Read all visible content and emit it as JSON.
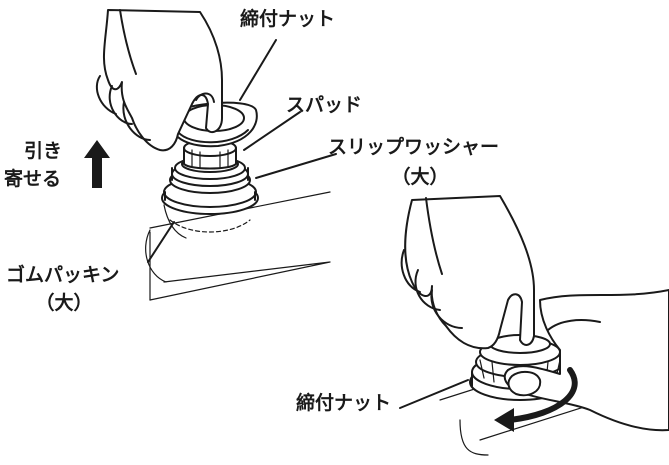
{
  "labels": {
    "nut_top": "締付ナット",
    "spud": "スパッド",
    "slip_washer_line1": "スリップワッシャー",
    "slip_washer_line2": "（大）",
    "pull_line1": "引き",
    "pull_line2": "寄せる",
    "rubber_packing_line1": "ゴムパッキン",
    "rubber_packing_line2": "（大）",
    "nut_bottom": "締付ナット"
  },
  "icons": {
    "pull_arrow": "arrow-up-icon",
    "rotate_arrow": "rotate-arrow-icon"
  },
  "colors": {
    "line": "#1a1a1a",
    "background": "#ffffff"
  }
}
